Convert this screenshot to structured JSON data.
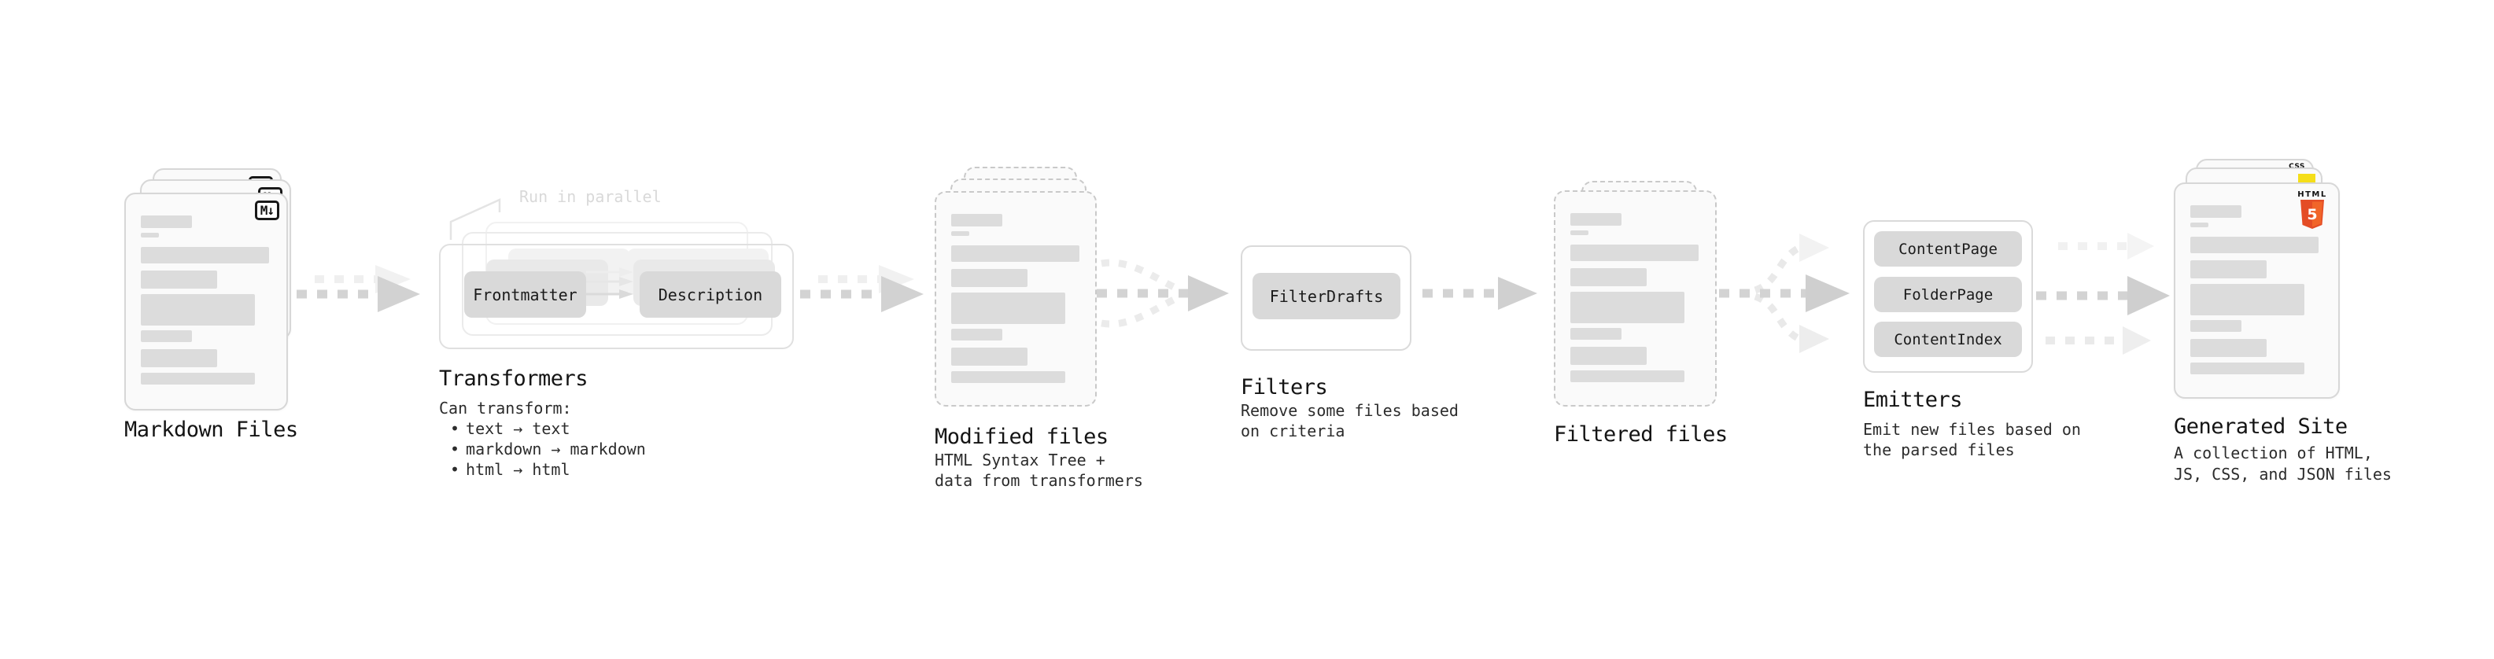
{
  "stages": {
    "markdown_files": {
      "label": "Markdown Files",
      "file_badge": "M↓"
    },
    "transformers": {
      "label": "Transformers",
      "parallel_note": "Run in parallel",
      "pills": [
        "Frontmatter",
        "Description"
      ],
      "body_heading": "Can transform:",
      "bullet_char": "•",
      "bullets": [
        "text → text",
        "markdown → markdown",
        "html → html"
      ]
    },
    "modified_files": {
      "label": "Modified files",
      "body_lines": [
        "HTML Syntax Tree +",
        "data from transformers"
      ]
    },
    "filters": {
      "label": "Filters",
      "pills": [
        "FilterDrafts"
      ],
      "body_lines": [
        "Remove some files based",
        "on criteria"
      ]
    },
    "filtered_files": {
      "label": "Filtered files"
    },
    "emitters": {
      "label": "Emitters",
      "pills": [
        "ContentPage",
        "FolderPage",
        "ContentIndex"
      ],
      "body_lines": [
        "Emit new files based on",
        "the parsed files"
      ]
    },
    "generated_site": {
      "label": "Generated Site",
      "body_lines": [
        "A collection of HTML,",
        "JS, CSS, and JSON files"
      ],
      "html5_badge": {
        "word": "HTML",
        "number": "5"
      },
      "css_badge": "CSS"
    }
  },
  "colors": {
    "html5_orange": "#e44d26",
    "html5_orange_light": "#f16529",
    "js_yellow": "#f5de19",
    "css_blue": "#2f62e9",
    "arrow_gray": "#d3d3d3",
    "card_border": "#d7d7d7"
  }
}
